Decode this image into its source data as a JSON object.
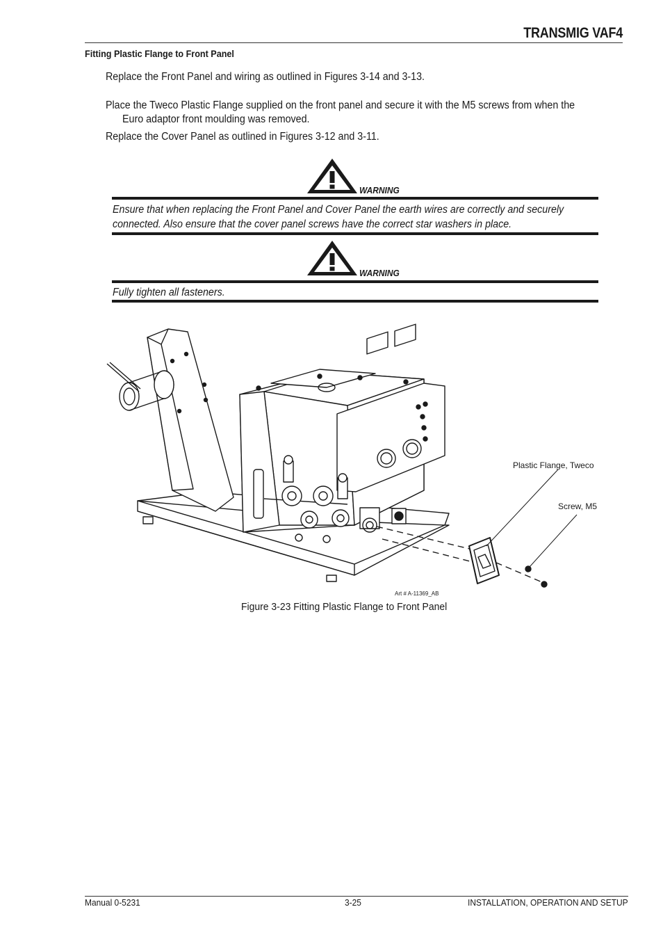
{
  "header": {
    "title": "TRANSMIG VAF4"
  },
  "section": {
    "heading": "Fitting Plastic Flange to Front Panel"
  },
  "body": {
    "p1": "Replace the Front Panel and wiring as outlined in Figures 3-14 and 3-13.",
    "p2_line1": "Place the Tweco Plastic Flange supplied on the front panel and secure it with the M5 screws from when the",
    "p2_line2": "Euro adaptor front moulding was removed.",
    "p3": "Replace the Cover Panel as outlined in Figures 3-12 and 3-11."
  },
  "warnings": [
    {
      "label": "WARNING",
      "line1": "Ensure that when replacing the Front Panel and Cover Panel the earth wires are correctly and securely",
      "line2": "connected. Also ensure that the cover panel screws have the correct star washers in place."
    },
    {
      "label": "WARNING",
      "line1": "Fully tighten all fasteners."
    }
  ],
  "figure": {
    "callout_flange": "Plastic Flange, Tweco",
    "callout_screw": "Screw, M5",
    "art_number": "Art # A-11369_AB",
    "caption": "Figure 3-23 Fitting Plastic Flange to Front Panel"
  },
  "footer": {
    "left": "Manual 0-5231",
    "center": "3-25",
    "right": "INSTALLATION, OPERATION AND SETUP"
  }
}
